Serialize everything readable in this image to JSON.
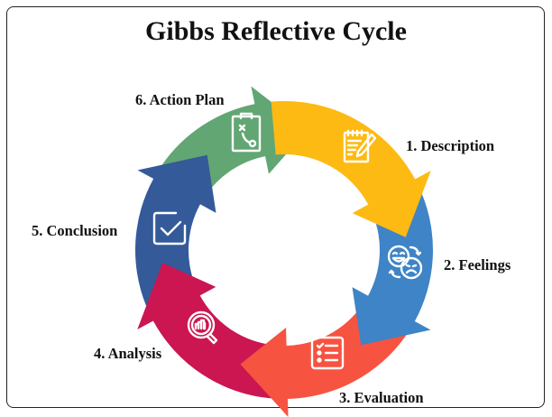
{
  "title": "Gibbs Reflective Cycle",
  "stages": [
    {
      "label": "1. Description",
      "color": "#FDBA13",
      "icon": "notepad-pencil-icon"
    },
    {
      "label": "2. Feelings",
      "color": "#3E84C6",
      "icon": "emotions-faces-icon"
    },
    {
      "label": "3. Evaluation",
      "color": "#F65340",
      "icon": "checklist-icon"
    },
    {
      "label": "4. Analysis",
      "color": "#CB1651",
      "icon": "magnifier-chart-icon"
    },
    {
      "label": "5. Conclusion",
      "color": "#345A9A",
      "icon": "checkbox-icon"
    },
    {
      "label": "6. Action Plan",
      "color": "#62A673",
      "icon": "clipboard-plan-icon"
    }
  ]
}
